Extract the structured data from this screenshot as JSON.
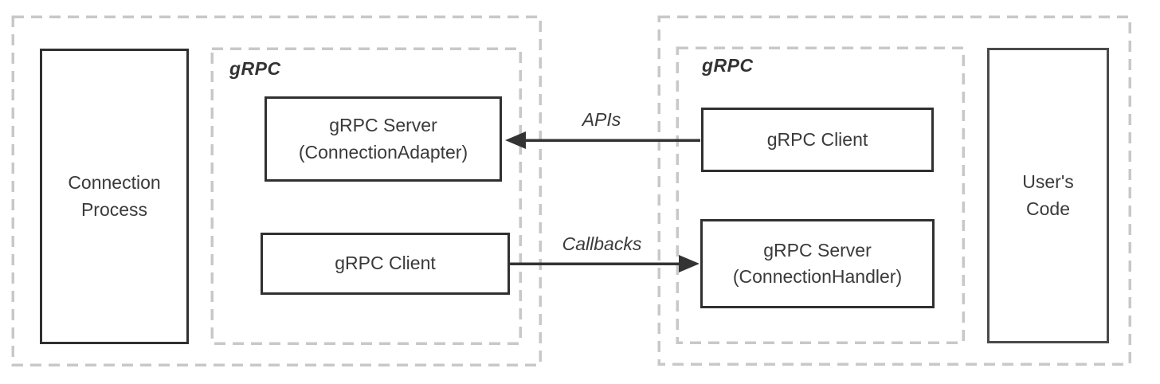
{
  "colors": {
    "solid_box_border": "#303030",
    "users_code_border": "#4a4a4a",
    "dashed_container_border": "#c8c8c8",
    "text": "#3a3a3a",
    "arrow": "#333333",
    "background": "#ffffff"
  },
  "left_group": {
    "grpc_label": "gRPC",
    "connection_process_box": "Connection\nProcess",
    "grpc_server_box": "gRPC Server\n(ConnectionAdapter)",
    "grpc_client_box": "gRPC Client"
  },
  "right_group": {
    "grpc_label": "gRPC",
    "grpc_client_box": "gRPC Client",
    "grpc_server_box": "gRPC Server\n(ConnectionHandler)",
    "users_code_box": "User's\nCode"
  },
  "arrows": {
    "apis": {
      "label": "APIs",
      "direction": "right-to-left"
    },
    "callbacks": {
      "label": "Callbacks",
      "direction": "left-to-right"
    }
  }
}
